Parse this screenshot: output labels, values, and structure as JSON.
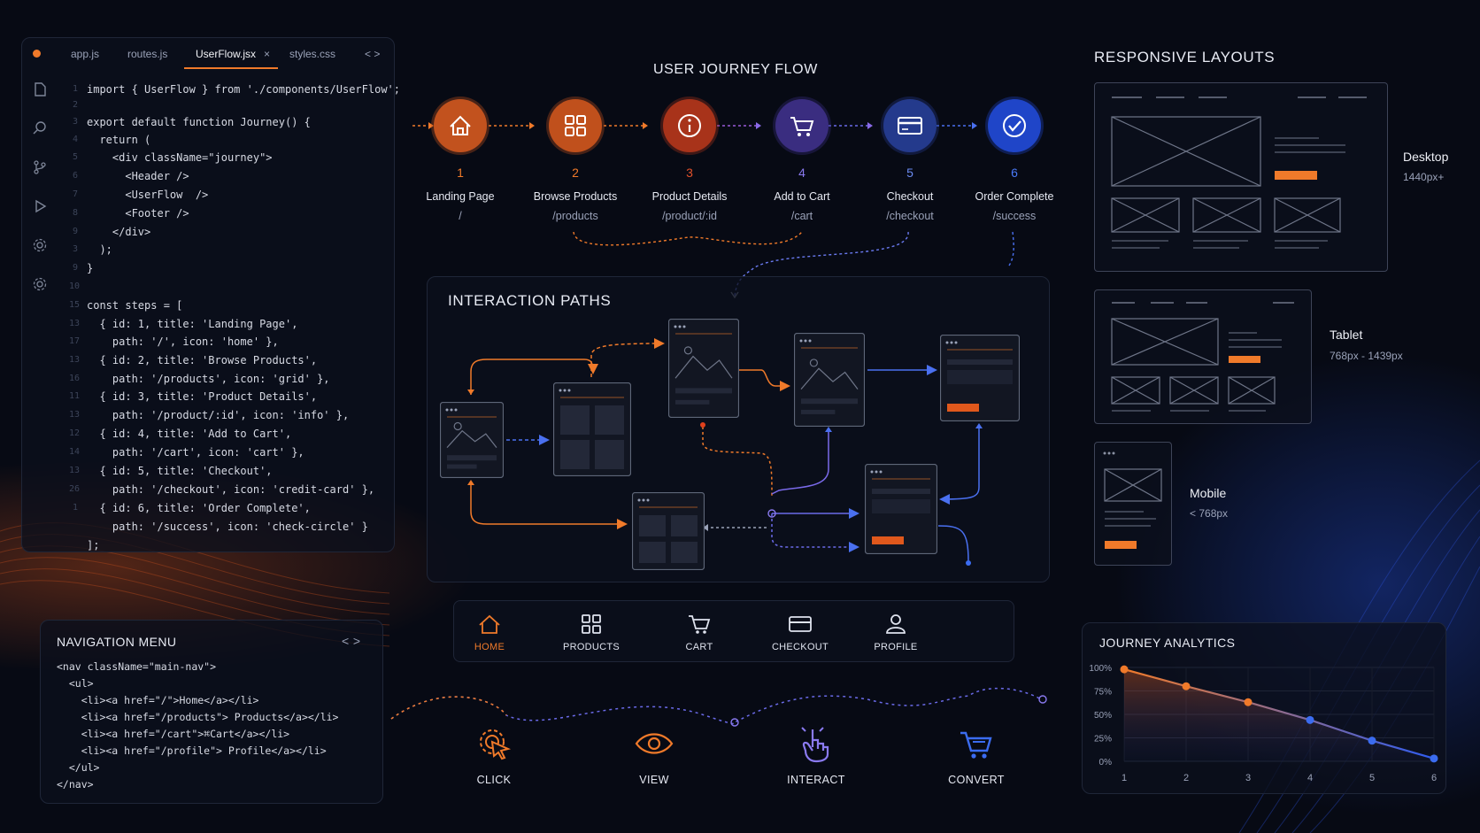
{
  "editor": {
    "tabs": [
      "app.js",
      "routes.js",
      "UserFlow.jsx",
      "styles.css"
    ],
    "active_tab": "UserFlow.jsx",
    "tab_close": "×",
    "nav_arrows": "< >",
    "line_numbers": [
      "1",
      "2",
      "3",
      "4",
      "5",
      "6",
      "7",
      "8",
      "9",
      "3",
      "9",
      "10",
      "15",
      "13",
      "17",
      "13",
      "16",
      "11",
      "13",
      "12",
      "14",
      "13",
      "26",
      "1"
    ],
    "code": [
      "import { UserFlow } from './components/UserFlow';",
      "",
      "export default function Journey() {",
      "  return (",
      "    <div className=\"journey\">",
      "      <Header />",
      "      <UserFlow  />",
      "      <Footer />",
      "    </div>",
      "  );",
      "}",
      "",
      "const steps = [",
      "  { id: 1, title: 'Landing Page',",
      "    path: '/', icon: 'home' },",
      "  { id: 2, title: 'Browse Products',",
      "    path: '/products', icon: 'grid' },",
      "  { id: 3, title: 'Product Details',",
      "    path: '/product/:id', icon: 'info' },",
      "  { id: 4, title: 'Add to Cart',",
      "    path: '/cart', icon: 'cart' },",
      "  { id: 5, title: 'Checkout',",
      "    path: '/checkout', icon: 'credit-card' },",
      "  { id: 6, title: 'Order Complete',",
      "    path: '/success', icon: 'check-circle' }",
      "];"
    ]
  },
  "journey": {
    "title": "USER JOURNEY FLOW",
    "steps": [
      {
        "num": "1",
        "label": "Landing Page",
        "path": "/",
        "icon": "home-icon",
        "color": "#c2521e"
      },
      {
        "num": "2",
        "label": "Browse Products",
        "path": "/products",
        "icon": "grid-icon",
        "color": "#c0501c"
      },
      {
        "num": "3",
        "label": "Product Details",
        "path": "/product/:id",
        "icon": "info-icon",
        "color": "#a8331a"
      },
      {
        "num": "4",
        "label": "Add to Cart",
        "path": "/cart",
        "icon": "cart-icon",
        "color": "#3a2d80"
      },
      {
        "num": "5",
        "label": "Checkout",
        "path": "/checkout",
        "icon": "credit-card-icon",
        "color": "#243a8c"
      },
      {
        "num": "6",
        "label": "Order Complete",
        "path": "/success",
        "icon": "check-circle-icon",
        "color": "#1f45c8"
      }
    ]
  },
  "interaction": {
    "title": "INTERACTION PATHS"
  },
  "layouts": {
    "title": "RESPONSIVE LAYOUTS",
    "items": [
      {
        "name": "Desktop",
        "range": "1440px+"
      },
      {
        "name": "Tablet",
        "range": "768px - 1439px"
      },
      {
        "name": "Mobile",
        "range": "< 768px"
      }
    ]
  },
  "nav_menu": {
    "title": "NAVIGATION MENU",
    "arrows": "< >",
    "code": [
      "<nav className=\"main-nav\">",
      "  <ul>",
      "    <li><a href=\"/\">Home</a></li>",
      "    <li><a href=\"/products\"> Products</a></li>",
      "    <li><a href=\"/cart\">⌘Cart</a></li>",
      "    <li><a href=\"/profile\"> Profile</a></li>",
      "  </ul>",
      "</nav>"
    ]
  },
  "bottom_nav": {
    "items": [
      {
        "label": "HOME",
        "icon": "home-icon",
        "active": true
      },
      {
        "label": "PRODUCTS",
        "icon": "grid-icon",
        "active": false
      },
      {
        "label": "CART",
        "icon": "cart-icon",
        "active": false
      },
      {
        "label": "CHECKOUT",
        "icon": "credit-card-icon",
        "active": false
      },
      {
        "label": "PROFILE",
        "icon": "user-icon",
        "active": false
      }
    ]
  },
  "actions": {
    "items": [
      {
        "label": "CLICK",
        "icon": "cursor-click-icon"
      },
      {
        "label": "VIEW",
        "icon": "eye-icon"
      },
      {
        "label": "INTERACT",
        "icon": "hand-pointer-icon"
      },
      {
        "label": "CONVERT",
        "icon": "cart-icon"
      }
    ]
  },
  "analytics": {
    "title": "JOURNEY ANALYTICS"
  },
  "colors": {
    "orange": "#f07a2a",
    "blue": "#3b6cf0",
    "purple": "#6a5ae8",
    "panel_border": "#1f2638"
  },
  "chart_data": {
    "type": "line",
    "title": "JOURNEY ANALYTICS",
    "x": [
      1,
      2,
      3,
      4,
      5,
      6
    ],
    "values": [
      98,
      80,
      63,
      44,
      22,
      3
    ],
    "yticks": [
      "0%",
      "25%",
      "50%",
      "75%",
      "100%"
    ],
    "ylim": [
      0,
      100
    ],
    "xlim": [
      1,
      6
    ],
    "grid": true,
    "gradient": [
      "#f07a2a",
      "#2f5cf0"
    ]
  }
}
